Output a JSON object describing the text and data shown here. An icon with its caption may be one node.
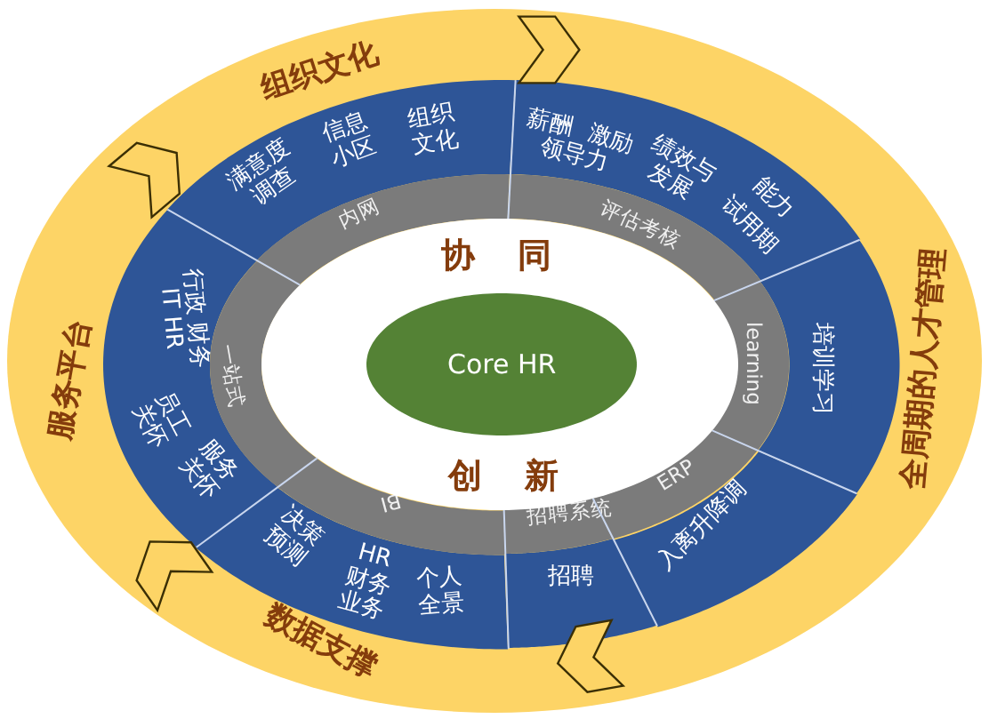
{
  "diagram": {
    "nodes": [
      {
        "text": [
          "组织文化",
          "全周期的人才管理",
          "数据支撑",
          "服务平台"
        ]
      },
      {
        "text": [
          "满意度调查",
          "信息小区",
          "组织文化"
        ],
        "in": 0
      },
      {
        "text": [
          "薪酬",
          "激励",
          "领导力",
          "绩效与发展",
          "能力",
          "试用期"
        ],
        "in": 0
      },
      {
        "text": [
          "培训学习"
        ],
        "in": 0
      },
      {
        "text": [
          "入离升降调"
        ],
        "in": 0
      },
      {
        "text": [
          "招聘"
        ],
        "in": 0
      },
      {
        "text": [
          "决策预测",
          "HR财务业务",
          "个人全景"
        ],
        "in": 0
      },
      {
        "text": [
          "行政 财务",
          "IT HR",
          "员工关怀",
          "服务关怀"
        ],
        "in": 0
      },
      {
        "text": [
          "内网"
        ],
        "in": 0
      },
      {
        "text": [
          "评估考核"
        ],
        "in": 0
      },
      {
        "text": [
          "learning"
        ],
        "in": 0
      },
      {
        "text": [
          "ERP"
        ],
        "in": 0
      },
      {
        "text": [
          "招聘系统"
        ],
        "in": 0
      },
      {
        "text": [
          "BI"
        ],
        "in": 0
      },
      {
        "text": [
          "一站式"
        ],
        "in": 0
      },
      {
        "text": [
          "协同",
          "创新"
        ],
        "in": 0
      },
      {
        "text": [
          "Core HR"
        ],
        "in": 15
      }
    ]
  }
}
